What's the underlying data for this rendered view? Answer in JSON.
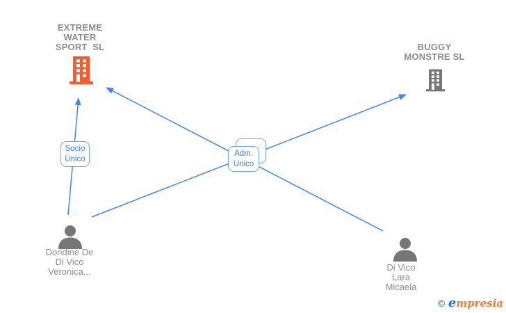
{
  "colors": {
    "company_orange": "#fb5a2d",
    "icon_gray": "#767676",
    "label_gray": "#8c8c8c",
    "edge_blue": "#4584f0",
    "box_border_blue": "#73a3f3",
    "box_text_blue": "#3e7ef0",
    "brand_teal": "#2e7d8c",
    "brand_blue": "#1e76d2",
    "brand_orange": "#ee7d2e"
  },
  "nodes": {
    "extreme": {
      "label": "EXTREME\nWATER\nSPORT  SL",
      "icon": "building-icon"
    },
    "buggy": {
      "label": "BUGGY\nMONSTRE SL",
      "icon": "building-icon"
    },
    "dondine": {
      "label": "Dondine De\nDi Vico\nVeronica...",
      "icon": "person-icon"
    },
    "lara": {
      "label": "Di Vico\nLara\nMicaela",
      "icon": "person-icon"
    }
  },
  "relationships": {
    "socio_unico": {
      "label": "Socio\nÚnico"
    },
    "adm_unico": {
      "label": "Adm.\nUnico"
    }
  },
  "footer": {
    "copyright_symbol": "©",
    "brand_initial": "e",
    "brand_rest": "mpresia"
  }
}
